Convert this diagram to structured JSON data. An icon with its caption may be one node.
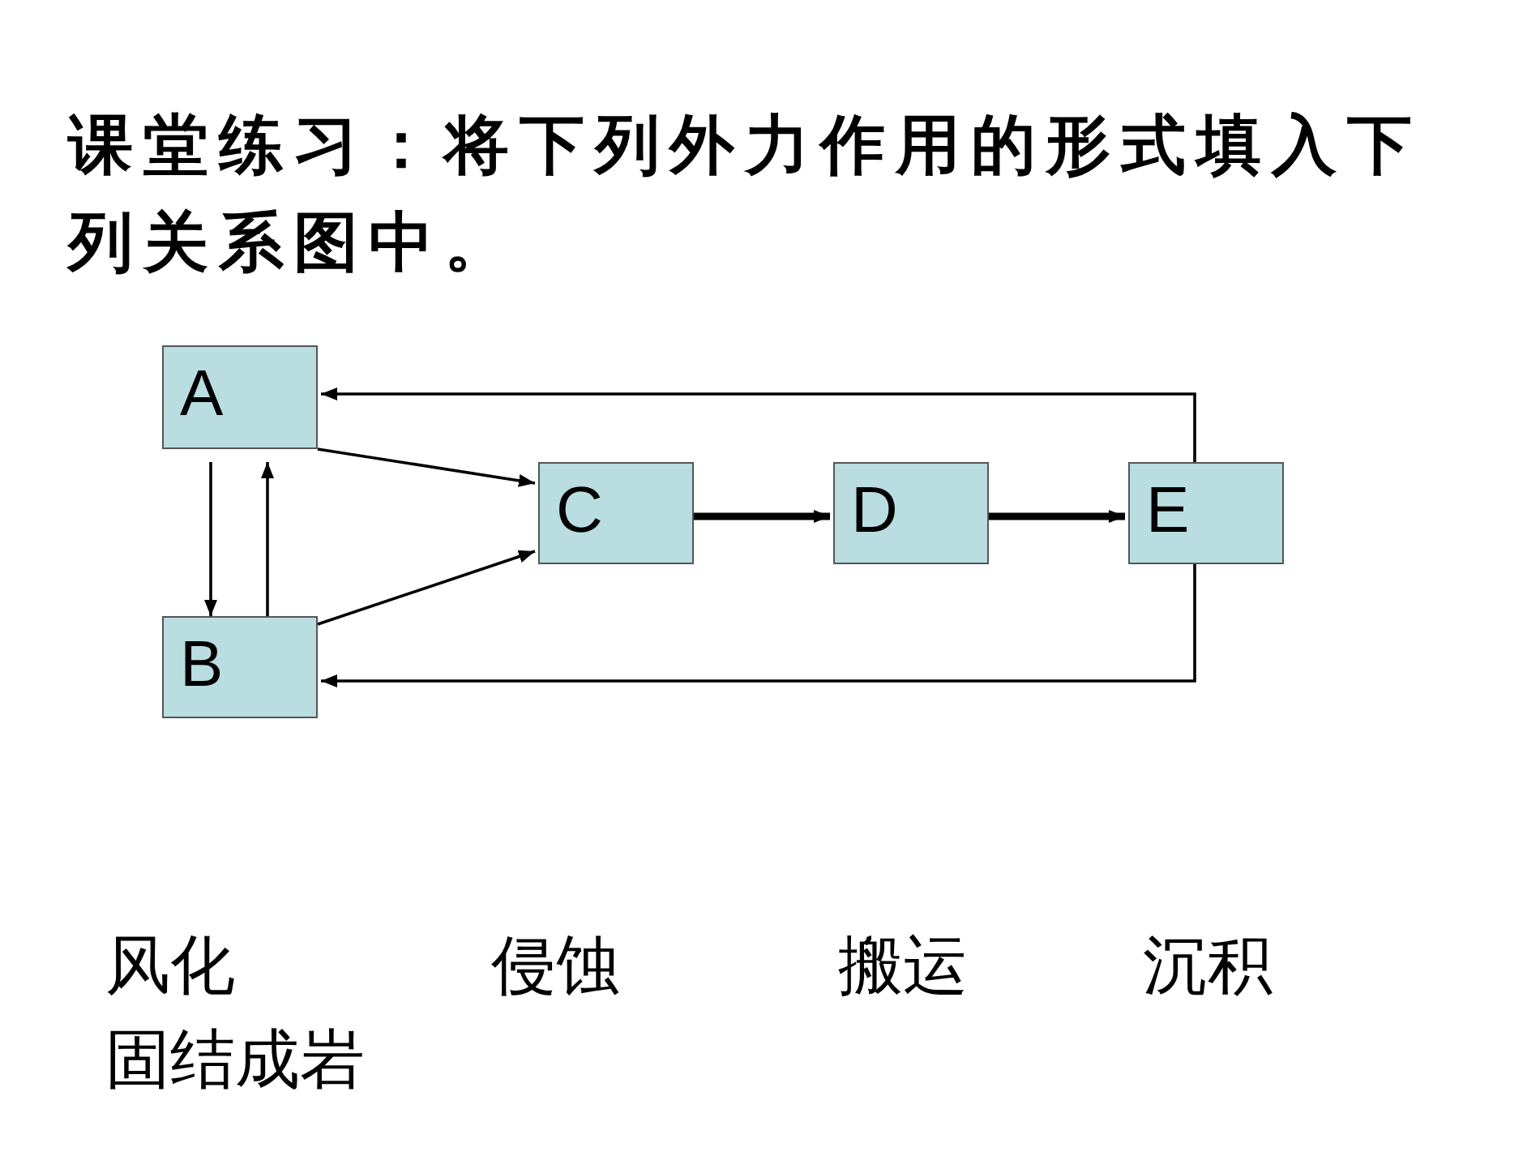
{
  "diagram": {
    "title": "课堂练习：将下列外力作用的形式填入下列关系图中。",
    "nodes": [
      {
        "text": [
          "A"
        ]
      },
      {
        "text": [
          "B"
        ]
      },
      {
        "text": [
          "C"
        ]
      },
      {
        "text": [
          "D"
        ]
      },
      {
        "text": [
          "E"
        ]
      }
    ],
    "edges": [
      {
        "from": 0,
        "to": 2,
        "arrow": "to"
      },
      {
        "from": 1,
        "to": 2,
        "arrow": "to"
      },
      {
        "from": 0,
        "to": 1,
        "arrow": "to"
      },
      {
        "from": 1,
        "to": 0,
        "arrow": "to"
      },
      {
        "from": 2,
        "to": 3,
        "arrow": "to",
        "style": "thick"
      },
      {
        "from": 3,
        "to": 4,
        "arrow": "to",
        "style": "thick"
      },
      {
        "from": 4,
        "to": 0,
        "arrow": "to"
      },
      {
        "from": 4,
        "to": 1,
        "arrow": "to"
      }
    ],
    "labels": [
      "风化",
      "侵蚀",
      "搬运",
      "沉积",
      "固结成岩"
    ]
  }
}
